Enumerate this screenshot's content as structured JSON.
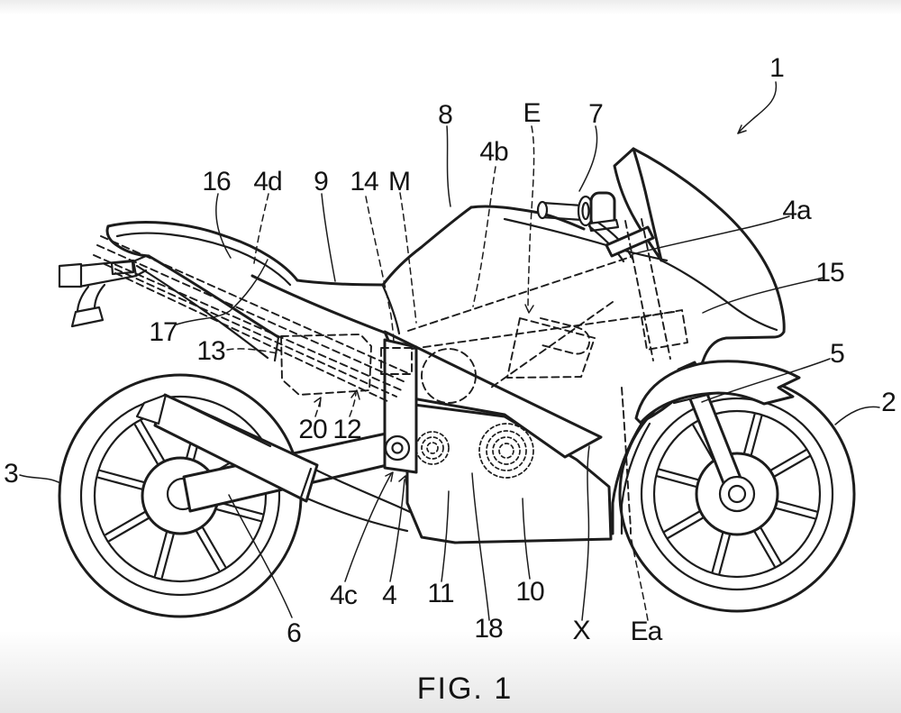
{
  "figure": {
    "caption": "FIG. 1"
  },
  "colors": {
    "line": "#1c1c1c",
    "background": "#ffffff",
    "label_text": "#141414"
  },
  "labels": [
    {
      "text": "1"
    },
    {
      "text": "8"
    },
    {
      "text": "E"
    },
    {
      "text": "7"
    },
    {
      "text": "4b"
    },
    {
      "text": "16"
    },
    {
      "text": "4d"
    },
    {
      "text": "9"
    },
    {
      "text": "14"
    },
    {
      "text": "M"
    },
    {
      "text": "4a"
    },
    {
      "text": "15"
    },
    {
      "text": "5"
    },
    {
      "text": "2"
    },
    {
      "text": "17"
    },
    {
      "text": "13"
    },
    {
      "text": "3"
    },
    {
      "text": "20"
    },
    {
      "text": "12"
    },
    {
      "text": "6"
    },
    {
      "text": "4c"
    },
    {
      "text": "4"
    },
    {
      "text": "11"
    },
    {
      "text": "10"
    },
    {
      "text": "18"
    },
    {
      "text": "X"
    },
    {
      "text": "Ea"
    }
  ]
}
